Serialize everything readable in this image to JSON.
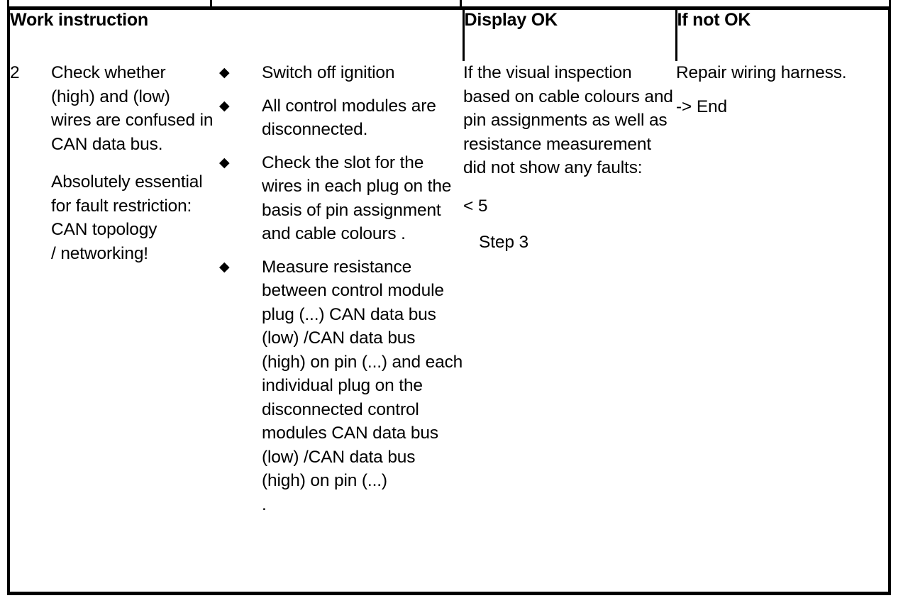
{
  "document": {
    "type": "work-instruction-table",
    "bullet_glyph": "◆",
    "text_color": "#000000",
    "background_color": "#ffffff"
  },
  "table": {
    "headers": {
      "work_instruction": "Work instruction",
      "display_ok": "Display OK",
      "if_not_ok": "If not OK"
    },
    "rows": [
      {
        "step_number": "2",
        "description": [
          "Check whether (high) and (low) wires are confused in CAN data bus.",
          "Absolutely essential for fault restriction: CAN topology\n/ networking!"
        ],
        "bullets": [
          "Switch off ignition",
          "All control modules are disconnected.",
          "Check the slot for the wires in each plug on the basis of pin assignment and cable colours .",
          "Measure resistance between control module plug (...) CAN data bus (low) /CAN data bus (high) on pin (...) and each individual plug on the disconnected control modules CAN data bus (low) /CAN data bus (high) on pin (...)\n."
        ],
        "display_ok": {
          "intro": "If the visual inspection based on cable colours and pin assignments as well as resistance measurement did not show any faults:",
          "condition": "< 5",
          "next_step": "Step 3"
        },
        "if_not_ok": {
          "action": "Repair wiring harness.",
          "end": "-> End"
        }
      }
    ]
  }
}
